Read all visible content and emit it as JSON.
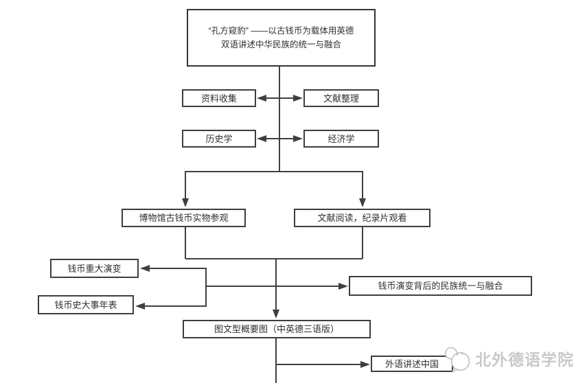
{
  "diagram": {
    "title": {
      "line1": "“孔方窥豹” ——以古钱币为载体用英德",
      "line2": "双语讲述中华民族的统一与融合"
    },
    "research_pairs": [
      {
        "left": "资料收集",
        "right": "文献整理"
      },
      {
        "left": "历史学",
        "right": "经济学"
      }
    ],
    "activities": {
      "left": "博物馆古钱币实物参观",
      "right": "文献阅读，纪录片观看"
    },
    "coin_outputs": {
      "evolution": "钱币重大演变",
      "chronology": "钱币史大事年表"
    },
    "theme_output": "钱币演变背后的民族统一与融合",
    "summary_output": "图文型概要图（中英德三语版）",
    "final_output": "外语讲述中国"
  },
  "watermark": {
    "text": "北外德语学院",
    "icon": "chat-bubbles-logo-icon"
  },
  "colors": {
    "line": "#3f3f3f",
    "box_border": "#3d3d3d",
    "text": "#2f2f2f",
    "watermark": "#c9c9c9",
    "background": "#ffffff"
  }
}
